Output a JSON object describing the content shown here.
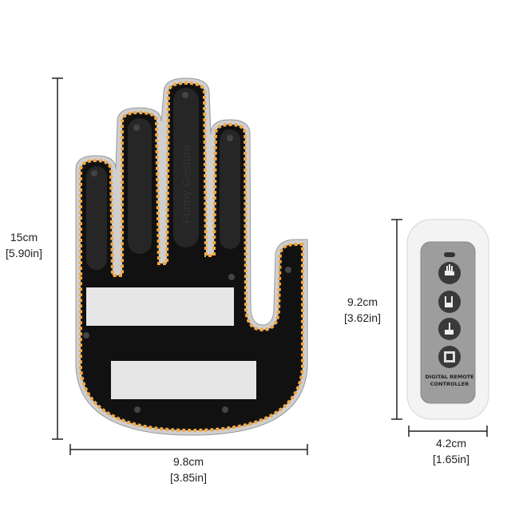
{
  "hand_product": {
    "brand_text": "Funny Gesture",
    "height": {
      "metric": "15cm",
      "imperial": "[5.90in]"
    },
    "width": {
      "metric": "9.8cm",
      "imperial": "[3.85in]"
    }
  },
  "remote": {
    "label_line1": "DIGITAL REMOTE",
    "label_line2": "CONTROLLER",
    "buttons": [
      "hand-open-icon",
      "rock-hand-icon",
      "middle-finger-icon",
      "stop-square-icon"
    ],
    "height": {
      "metric": "9.2cm",
      "imperial": "[3.62in]"
    },
    "width": {
      "metric": "4.2cm",
      "imperial": "[1.65in]"
    }
  },
  "colors": {
    "led": "#f2a843",
    "pcb": "#111111",
    "border": "#c9c9c9",
    "remote_panel": "#9a9a9a"
  }
}
